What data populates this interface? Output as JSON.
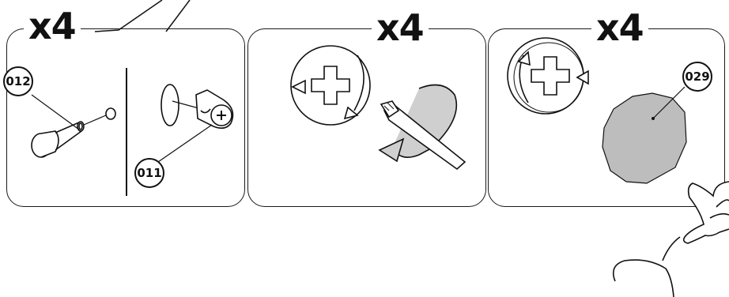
{
  "steps": [
    {
      "quantity": "x4",
      "part_numbers": [
        "012",
        "011"
      ]
    },
    {
      "quantity": "x4"
    },
    {
      "quantity": "x4",
      "part_numbers": [
        "029"
      ]
    }
  ],
  "colors": {
    "line": "#111111",
    "fill_gray": "#bdbdbd"
  },
  "icons": [
    "dowel-icon",
    "cam-lock-icon",
    "screwdriver-icon",
    "rotate-arrow-icon",
    "cover-cap-icon",
    "hand-icon"
  ]
}
